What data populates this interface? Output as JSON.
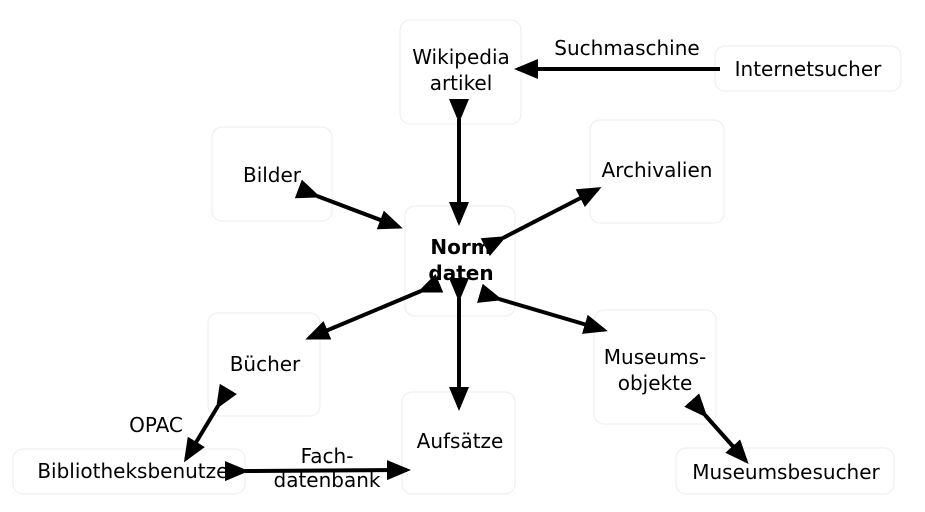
{
  "nodes": {
    "wikipedia": {
      "lines": [
        "Wikipedia",
        "artikel"
      ]
    },
    "internetsucher": {
      "lines": [
        "Internetsucher"
      ]
    },
    "bilder": {
      "lines": [
        "Bilder"
      ]
    },
    "archivalien": {
      "lines": [
        "Archivalien"
      ]
    },
    "normdaten": {
      "lines": [
        "Norm",
        "daten"
      ]
    },
    "buecher": {
      "lines": [
        "Bücher"
      ]
    },
    "museumsobjekte": {
      "lines": [
        "Museums-",
        "objekte"
      ]
    },
    "aufsaetze": {
      "lines": [
        "Aufsätze"
      ]
    },
    "bibliotheksbenutzer": {
      "lines": [
        "Bibliotheksbenutzer"
      ]
    },
    "museumsbesucher": {
      "lines": [
        "Museumsbesucher"
      ]
    }
  },
  "edge_labels": {
    "suchmaschine": {
      "lines": [
        "Suchmaschine"
      ]
    },
    "opac": {
      "lines": [
        "OPAC"
      ]
    },
    "fachdatenbank": {
      "lines": [
        "Fach-",
        "datenbank"
      ]
    }
  }
}
